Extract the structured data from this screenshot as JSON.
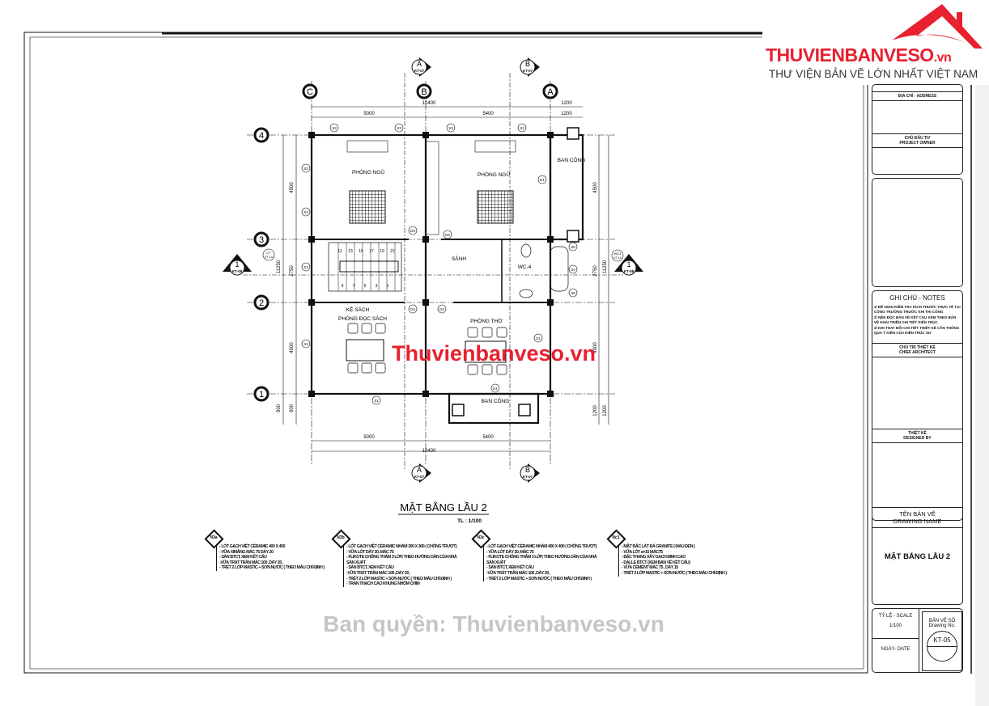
{
  "logo": {
    "brand": "THUVIENBANVESO",
    "tld": ".vn",
    "tagline": "THƯ VIỆN BẢN VẼ LỚN NHẤT VIỆT NAM",
    "color": "#e8202f"
  },
  "watermark": {
    "center": "Thuvienbanveso.vn",
    "bottom": "Ban quyền: Thuvienbanveso.vn"
  },
  "plan": {
    "title": "MẶT BẰNG LẦU 2",
    "scale": "TL : 1/100",
    "grid_columns": [
      "C",
      "B",
      "A"
    ],
    "grid_rows": [
      "4",
      "3",
      "2",
      "1"
    ],
    "sections": {
      "a": "A",
      "b": "B",
      "one": "1",
      "ref07": "KT-07",
      "ref08": "KT-08"
    },
    "callouts": {
      "ct": "CT",
      "wc": "WC4",
      "ref14": "KT-14"
    },
    "dims": {
      "total": "10400",
      "c1": "5000",
      "c2": "5400",
      "c3": "1200",
      "r_total": "11250",
      "r1": "4500",
      "r2": "2750",
      "r3": "4000",
      "r4": "900",
      "r4b": "1200"
    },
    "rooms": {
      "bed1": "PHÒNG NGỦ",
      "bed2": "PHÒNG NGỦ",
      "balcony1": "BAN CÔNG",
      "hall": "SẢNH",
      "wc": "WC-4",
      "shelf": "KỆ SÁCH",
      "reading": "PHÒNG ĐỌC SÁCH",
      "worship": "PHÒNG THỜ",
      "balcony2": "BAN CÔNG"
    },
    "stairs_top": [
      "11",
      "13",
      "15",
      "17",
      "19",
      "21"
    ],
    "stairs_bottom": [
      "9",
      "7",
      "5",
      "3",
      "1"
    ],
    "tags": [
      "S3",
      "S3",
      "S3",
      "S3",
      "S2",
      "S3",
      "S3",
      "S3",
      "D1",
      "D3",
      "D3",
      "S5",
      "S4",
      "S5",
      "D3",
      "D3",
      "S1",
      "S1",
      "D1"
    ]
  },
  "notes": [
    {
      "tag": "N3a",
      "lines": [
        "- LÓT GẠCH VIỆT CÉRAMIC 400 X 400",
        "- VỮA XIMĂNG MÁC 75 DÀY 20",
        "- SÀN BTCT, XEM KẾT CẤU",
        "-VỮA TRÁT TRẦN MÁC 100 ,DÀY 20 ,",
        "- TRÉT 2 LỚP MASTIC  + SƠN NƯỚC ( THEO MẪU CHỈ ĐỊNH )"
      ]
    },
    {
      "tag": "N3b",
      "lines": [
        "- LÓT GẠCH VIỆT CÉRAMIC NHÁM 300 X 300 ( CHỐNG TRƯỢT)",
        "- VỮA LÓT DÀY 20, MÁC 75",
        "- FLIKOTE CHỐNG THẤM 3 LỚP, THEO HƯỚNG DẪN CỦA NHÀ",
        "SẢN XUẤT",
        "- SÀN BTCT, XEM KẾT CẤU",
        "-VỮA TRÁT TRẦN MÁC 100 ,DÀY 20 ,",
        "- TRÉT 2 LỚP MASTIC  + SƠN NƯỚC ( THEO MẪU CHỈ ĐỊNH )",
        "- TRẦN THẠCH CAO KHUNG NHÔM CHÌM"
      ]
    },
    {
      "tag": "N3c",
      "lines": [
        "- LÓT GẠCH VIỆT CÉRAMIC NHÁM 400 X 400 ( CHỐNG TRƯỢT)",
        "- VỮA LÓT DÀY 20, MÁC 75",
        "- FLIKOTE CHỐNG THẤM 3 LỚP, THEO HƯỚNG DẪN CỦA NHÀ",
        "SẢN XUẤT",
        "- SÀN BTCT, XEM KẾT CẤU",
        "-VỮA TRÁT TRẦN MÁC 100 ,DÀY 20 ,",
        "- TRÉT 2 LỚP MASTIC  + SƠN NƯỚC ( THEO MẪU CHỈ ĐỊNH )"
      ]
    },
    {
      "tag": "Nc1",
      "lines": [
        "- MẶT BẬC LÁT ĐÁ GRANITE ( MÀU ĐEN )",
        "- VỮA LÓT a=15 MÁC75",
        "- BẬC THANG XÂY GẠCH ĐINH CAO",
        "- DALLE  BTCT (XEM BẢN VẼ KẾT CẤU)",
        "- VỮA CEMENT MÁC 75 , DÀY 15",
        "- TRÉT 2 LỚP MASTIC  + SƠN NƯỚC ( THEO MẪU CHỈ ĐỊNH )"
      ]
    }
  ],
  "title_block": {
    "address": "ĐỊA CHỈ - ADDRESS",
    "owner_vn": "CHỦ ĐẦU TƯ",
    "owner_en": "PROJECT OWNER",
    "notes_title": "GHI CHÚ - NOTES",
    "notes": [
      "1/ ĐỀ NGHỊ KIỂM TRA KÍCH THƯỚC THỰC TẾ TẠI CÔNG TRƯỜNG TRƯỚC KHI THI CÔNG",
      "2/ NÊN ĐỌC BẢN VẼ KẾT CẤU KÈM THEO BẢN VẼ KHAI TRIỂN CHI TIẾT KIẾN TRÚC",
      "3/ KHI THAY ĐỔI CHI TIẾT THIẾT KẾ CẦN THÔNG QUA Ý KIẾN CỦA KIẾN TRÚC SƯ"
    ],
    "chief_vn": "CHỦ TRÌ THIẾT KẾ",
    "chief_en": "CHIEF ARCHITECT",
    "designer_vn": "THIẾT KẾ",
    "designer_en": "DESIGNED BY",
    "name_vn": "TÊN BẢN VẼ",
    "name_en": "DRAWING NAME",
    "drawing_name": "MẶT BẰNG  LẦU 2",
    "scale_label": "TỶ LỆ - SCALE",
    "scale": "1/100",
    "date_label": "NGÀY- DATE",
    "no_vn": "BẢN VẼ SỐ",
    "no_en": "Drawing No.",
    "number": "KT-05"
  }
}
